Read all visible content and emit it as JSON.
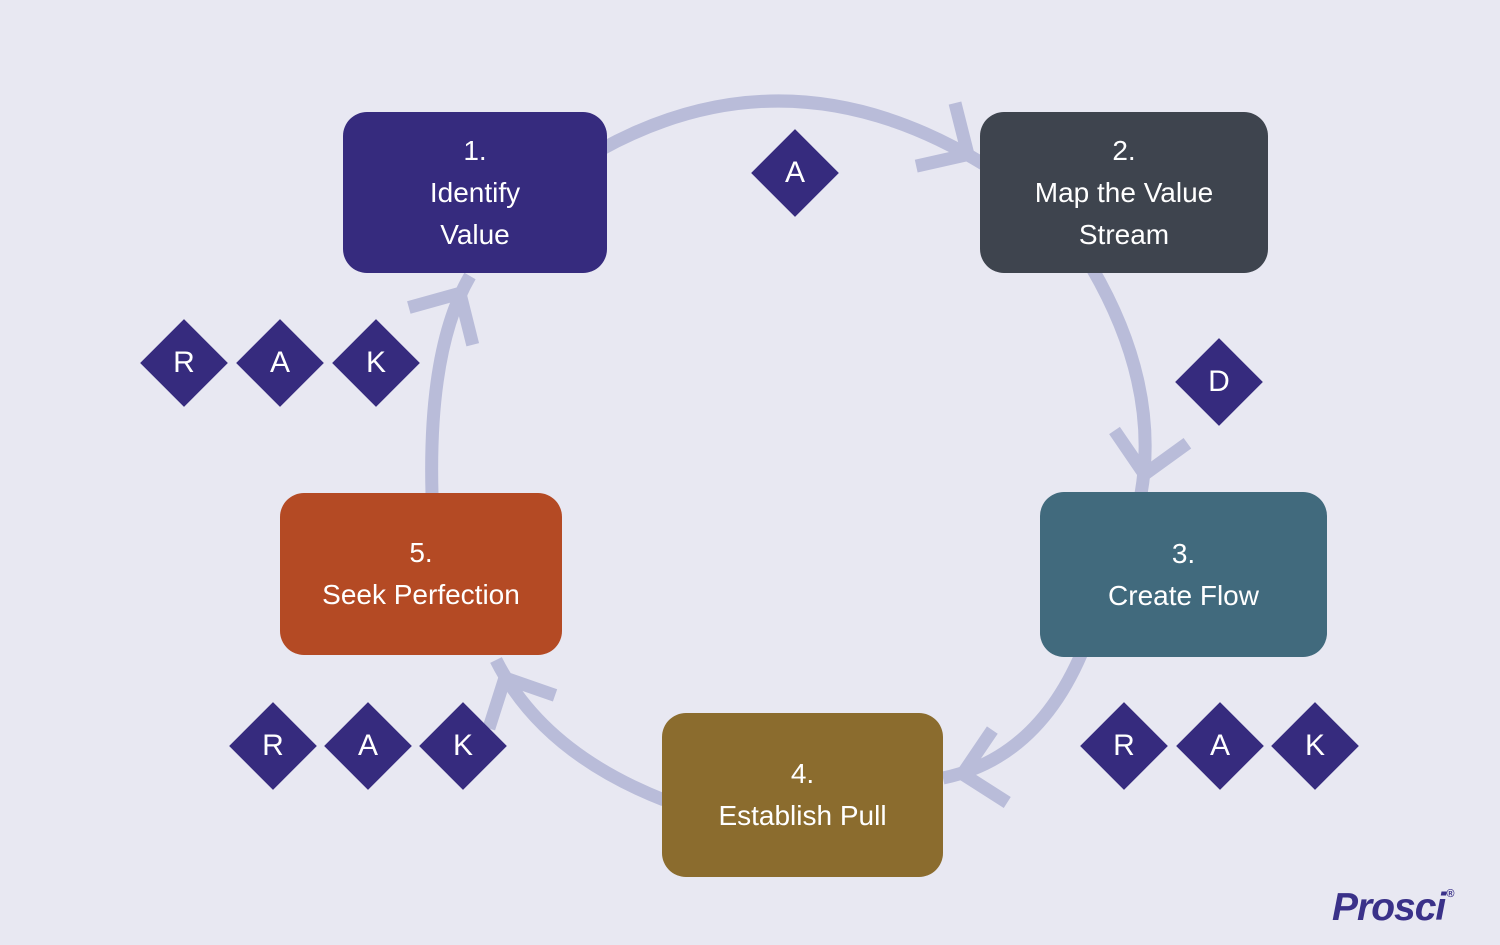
{
  "colors": {
    "background": "#e8e8f2",
    "arrow": "#b9bcd9",
    "diamond": "#362b7e",
    "logo": "#3a3189",
    "text_on_shapes": "#ffffff"
  },
  "diagram": {
    "kind": "lean-five-step-cycle",
    "steps": [
      {
        "number": "1.",
        "title": "Identify Value",
        "title_lines": [
          "Identify",
          "Value"
        ],
        "color": "#362b7e"
      },
      {
        "number": "2.",
        "title": "Map the Value Stream",
        "title_lines": [
          "Map the Value",
          "Stream"
        ],
        "color": "#3e444e"
      },
      {
        "number": "3.",
        "title": "Create Flow",
        "title_lines": [
          "Create Flow"
        ],
        "color": "#416a7d"
      },
      {
        "number": "4.",
        "title": "Establish Pull",
        "title_lines": [
          "Establish Pull"
        ],
        "color": "#8b6c2e"
      },
      {
        "number": "5.",
        "title": "Seek Perfection",
        "title_lines": [
          "Seek Perfection"
        ],
        "color": "#b44a24"
      }
    ],
    "adkar": {
      "top_arc_letter": "A",
      "right_arc_letter": "D",
      "rak_groups": [
        {
          "location": "upper-left",
          "letters": [
            "R",
            "A",
            "K"
          ]
        },
        {
          "location": "lower-left",
          "letters": [
            "R",
            "A",
            "K"
          ]
        },
        {
          "location": "lower-right",
          "letters": [
            "R",
            "A",
            "K"
          ]
        }
      ]
    }
  },
  "logo": {
    "text": "Prosci",
    "registered": "®"
  }
}
